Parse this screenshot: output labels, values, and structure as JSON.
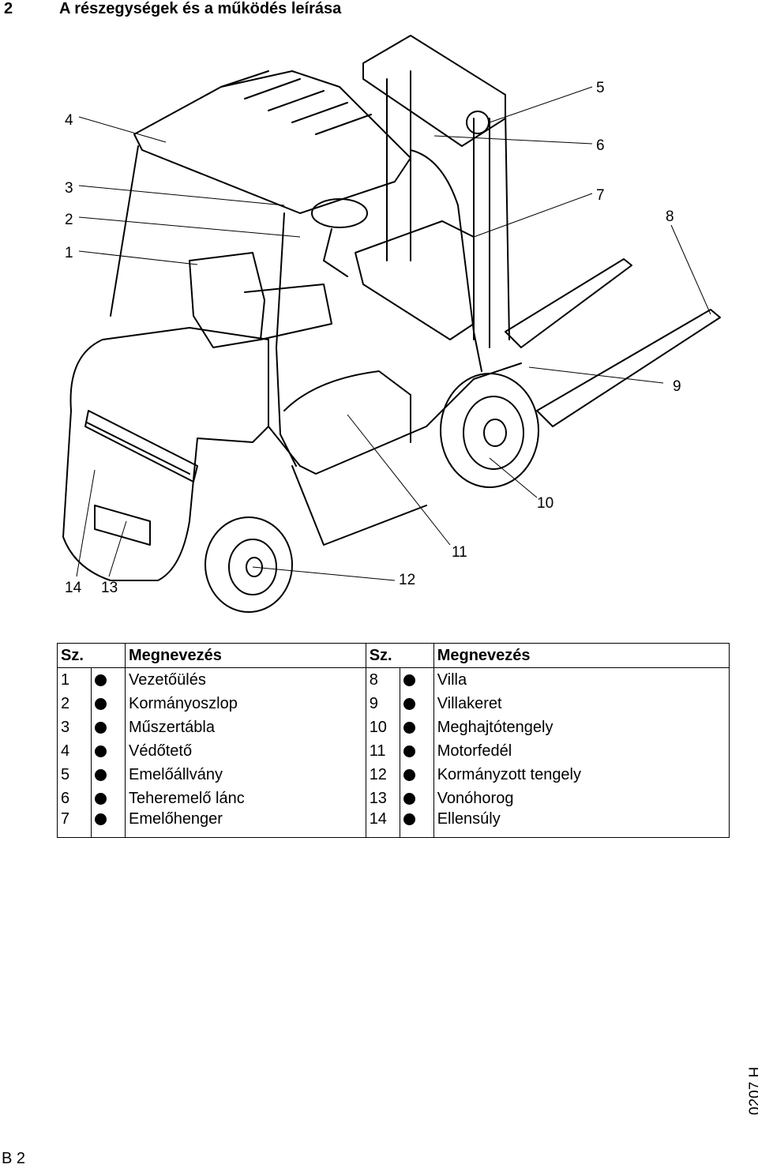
{
  "header": {
    "number": "2",
    "title": "A részegységek és a működés leírása"
  },
  "figure": {
    "callouts": [
      "1",
      "2",
      "3",
      "4",
      "5",
      "6",
      "7",
      "8",
      "9",
      "10",
      "11",
      "12",
      "13",
      "14"
    ]
  },
  "table": {
    "headers": [
      "Sz.",
      "Megnevezés",
      "Sz.",
      "Megnevezés"
    ],
    "rows": [
      {
        "n1": "1",
        "name1": "Vezetőülés",
        "n2": "8",
        "name2": "Villa"
      },
      {
        "n1": "2",
        "name1": "Kormányoszlop",
        "n2": "9",
        "name2": "Villakeret"
      },
      {
        "n1": "3",
        "name1": "Műszertábla",
        "n2": "10",
        "name2": "Meghajtótengely"
      },
      {
        "n1": "4",
        "name1": "Védőtető",
        "n2": "11",
        "name2": "Motorfedél"
      },
      {
        "n1": "5",
        "name1": "Emelőállvány",
        "n2": "12",
        "name2": "Kormányzott tengely"
      },
      {
        "n1": "6",
        "name1": "Teheremelő lánc",
        "n2": "13",
        "name2": "Vonóhorog"
      },
      {
        "n1": "7",
        "name1": "Emelőhenger",
        "n2": "14",
        "name2": "Ellensúly"
      }
    ]
  },
  "footer": {
    "page": "B 2",
    "code": "0207.H"
  }
}
